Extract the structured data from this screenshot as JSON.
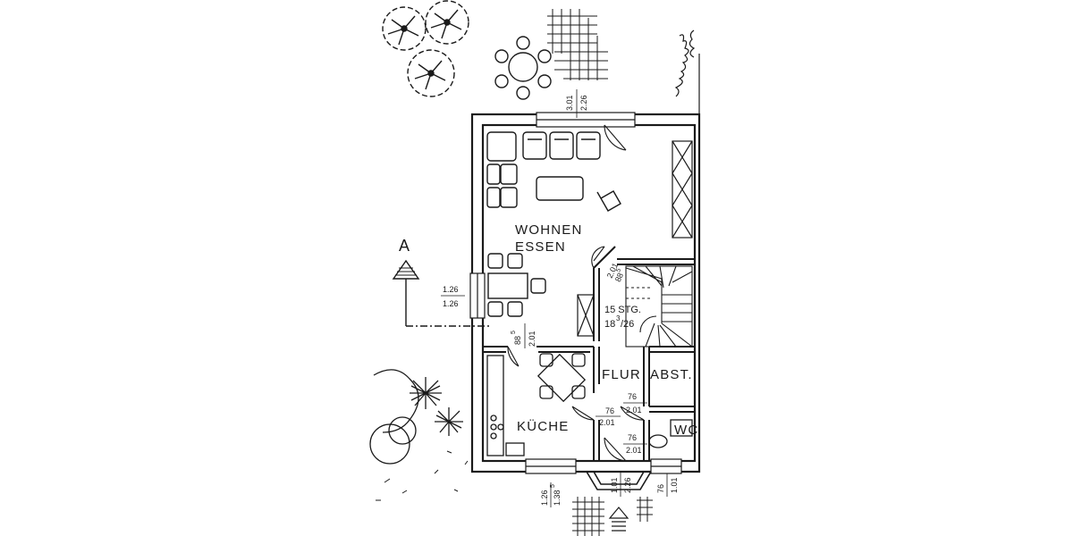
{
  "section_marker": "A",
  "rooms": {
    "living_line1": "WOHNEN",
    "living_line2": "ESSEN",
    "kitchen": "KÜCHE",
    "hall": "FLUR",
    "storage": "ABST.",
    "wc": "WC"
  },
  "stairs": {
    "steps": "15 STG.",
    "rise_base": "18",
    "rise_sup": "3",
    "rise_tail": "/26"
  },
  "dimensions": {
    "top_window_width": "3.01",
    "top_window_height": "2.26",
    "side_window_width": "1.26",
    "side_window_height": "1.26",
    "kitchen_door_width": "88",
    "kitchen_door_width_sup": "5",
    "kitchen_door_height": "2.01",
    "stair_door_width": "88",
    "stair_door_width_sup": "5",
    "stair_door_height": "2.01",
    "flur_door_width": "76",
    "flur_door_height": "2.01",
    "abst_door_width": "76",
    "abst_door_height": "2.01",
    "wc_door_width": "76",
    "wc_door_height": "2.01",
    "kitchen_window_width": "1.26",
    "kitchen_window_height": "1.38",
    "kitchen_window_height_sup": "5",
    "entrance_width": "1.01",
    "entrance_height": "2.26",
    "wc_window_width": "76",
    "wc_window_height": "1.01"
  }
}
